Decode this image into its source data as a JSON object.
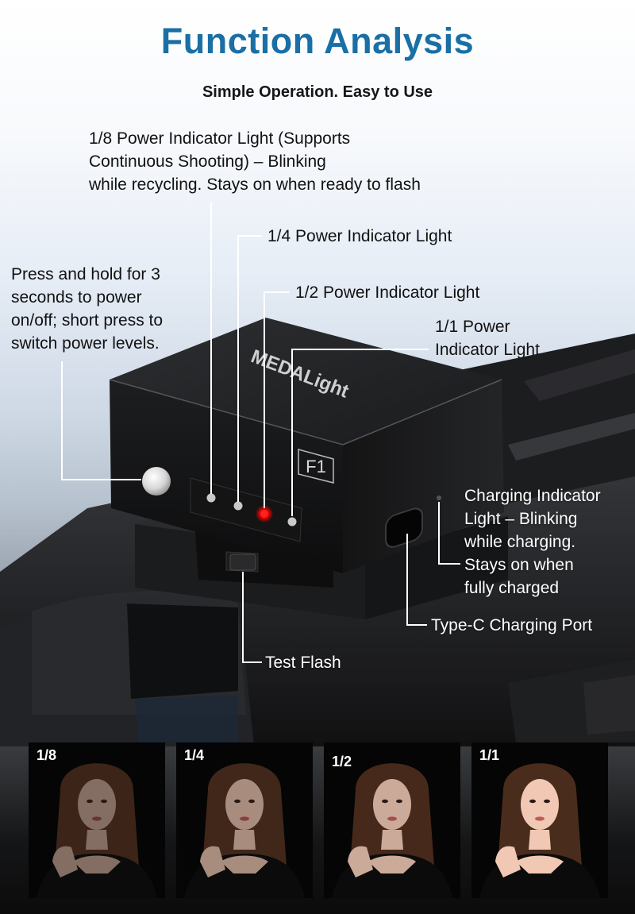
{
  "header": {
    "title": "Function Analysis",
    "subtitle": "Simple Operation. Easy to Use"
  },
  "callouts": {
    "power_1_8": "1/8 Power Indicator Light (Supports\nContinuous Shooting) – Blinking\nwhile recycling. Stays on when ready to flash",
    "power_1_4": "1/4 Power Indicator Light",
    "power_1_2": "1/2 Power Indicator Light",
    "power_1_1": "1/1 Power\nIndicator Light",
    "power_button": "Press and hold for 3\nseconds to power\non/off; short press to\nswitch power levels.",
    "charging_indicator": "Charging Indicator\nLight – Blinking\nwhile charging.\nStays on when\nfully charged",
    "type_c_port": "Type-C Charging Port",
    "test_flash": "Test Flash"
  },
  "device": {
    "brand": "MEDALight",
    "model": "F1",
    "active_indicator": "1/2",
    "indicator_color": "#ff1a1a"
  },
  "samples": [
    {
      "label": "1/8",
      "brightness": 0.55
    },
    {
      "label": "1/4",
      "brightness": 0.7
    },
    {
      "label": "1/2",
      "brightness": 0.85
    },
    {
      "label": "1/1",
      "brightness": 1.0
    }
  ],
  "colors": {
    "title": "#1a6fa5",
    "text": "#1b1b1b",
    "leader_line": "#ffffff"
  }
}
